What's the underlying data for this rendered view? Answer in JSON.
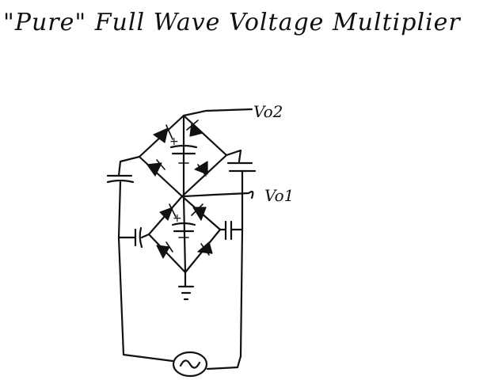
{
  "title": "\"Pure\" Full Wave Voltage Multiplier",
  "labels": {
    "vo2": "Vo2",
    "vo1": "Vo1",
    "plus": "+"
  }
}
